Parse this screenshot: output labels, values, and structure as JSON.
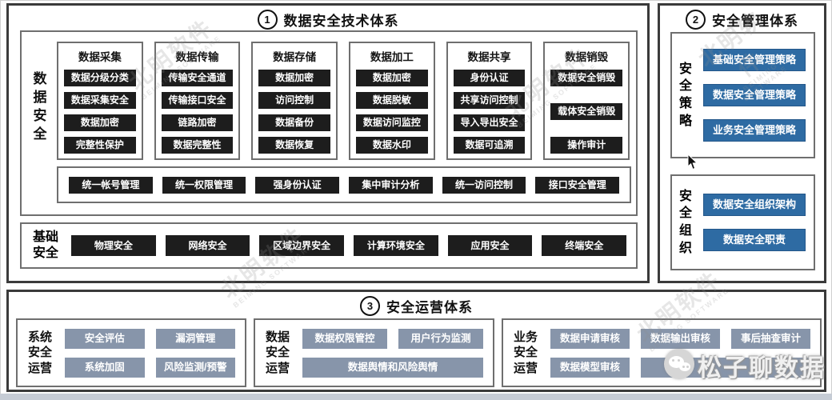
{
  "tech_system": {
    "number": "1",
    "title": "数据安全技术体系",
    "side_label": "数据安全",
    "columns": [
      {
        "header": "数据采集",
        "items": [
          "数据分级分类",
          "数据采集安全",
          "数据加密",
          "完整性保护"
        ]
      },
      {
        "header": "数据传输",
        "items": [
          "传输安全通道",
          "传输接口安全",
          "链路加密",
          "数据完整性"
        ]
      },
      {
        "header": "数据存储",
        "items": [
          "数据加密",
          "访问控制",
          "数据备份",
          "数据恢复"
        ]
      },
      {
        "header": "数据加工",
        "items": [
          "数据加密",
          "数据脱敏",
          "数据访问监控",
          "数据水印"
        ]
      },
      {
        "header": "数据共享",
        "items": [
          "身份认证",
          "共享访问控制",
          "导入导出安全",
          "数据可追溯"
        ]
      },
      {
        "header": "数据销毁",
        "items": [
          "数据安全销毁",
          "载体安全销毁",
          "操作审计"
        ]
      }
    ],
    "unified_row": [
      "统一帐号管理",
      "统一权限管理",
      "强身份认证",
      "集中审计分析",
      "统一访问控制",
      "接口安全管理"
    ],
    "base_security": {
      "label": "基础安全",
      "items": [
        "物理安全",
        "网络安全",
        "区域边界安全",
        "计算环境安全",
        "应用安全",
        "终端安全"
      ]
    }
  },
  "mgmt_system": {
    "number": "2",
    "title": "安全管理体系",
    "policy": {
      "label": "安全策略",
      "items": [
        "基础安全管理策略",
        "数据安全管理策略",
        "业务安全管理策略"
      ]
    },
    "org": {
      "label": "安全组织",
      "items": [
        "数据安全组织架构",
        "数据安全职责"
      ]
    }
  },
  "ops_system": {
    "number": "3",
    "title": "安全运营体系",
    "panels": [
      {
        "label": "系统安全运营",
        "items": [
          "安全评估",
          "漏洞管理",
          "系统加固",
          "风险监测/预警"
        ]
      },
      {
        "label": "数据安全运营",
        "items": [
          "数据权限管控",
          "用户行为监测",
          "数据舆情和风险舆情"
        ]
      },
      {
        "label": "业务安全运营",
        "items": [
          "数据申请审核",
          "数据输出审核",
          "事后抽查审计",
          "数据模型审核",
          ""
        ]
      }
    ]
  },
  "watermarks": {
    "brand": "北明软件",
    "brand_sub": "BEIMING SOFTWARE",
    "channel": "松子聊数据"
  },
  "colors": {
    "dark_item": "#1d1d1d",
    "blue_item": "#2e6ba3",
    "gray_item": "#8795aa",
    "panel_border": "#3a3a3a"
  }
}
